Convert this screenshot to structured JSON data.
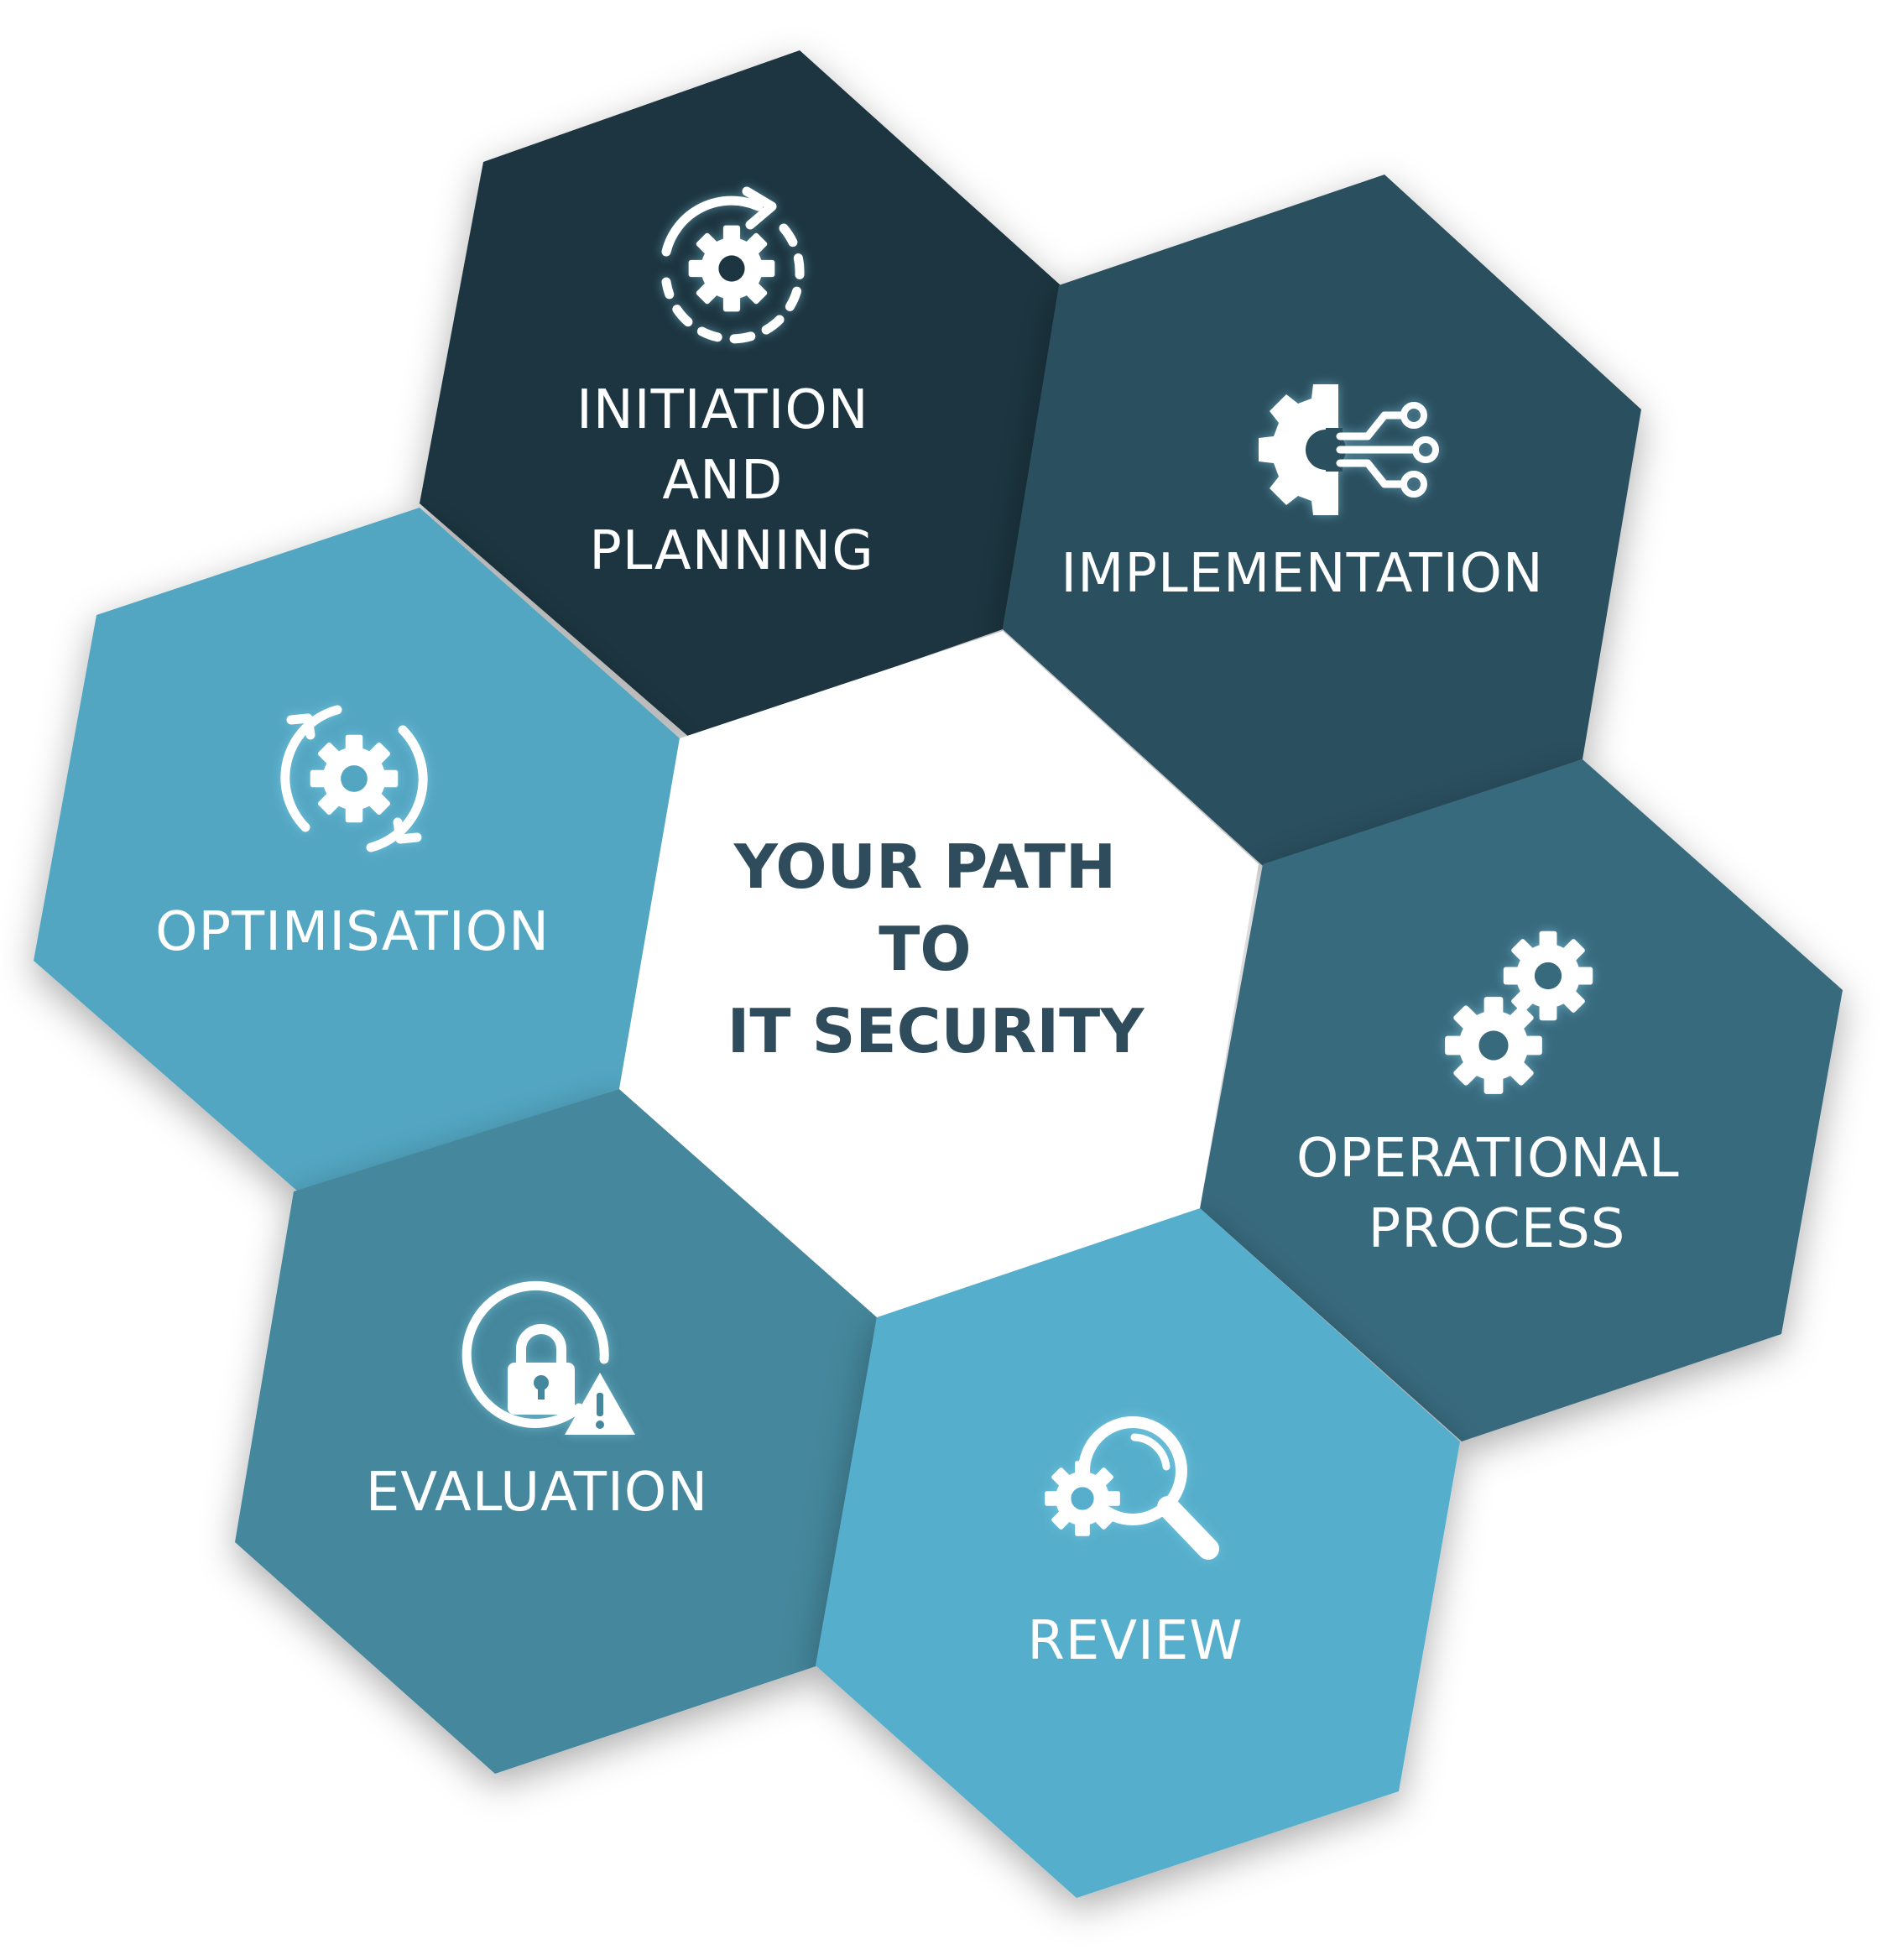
{
  "center": {
    "lines": [
      "YOUR PATH",
      "TO",
      "IT SECURITY"
    ]
  },
  "stages": [
    {
      "id": "initiation",
      "lines": [
        "INITIATION",
        "AND",
        "PLANNING"
      ],
      "icon": "cycle-gear-icon",
      "color": "#1f3640"
    },
    {
      "id": "implementation",
      "lines": [
        "IMPLEMENTATION"
      ],
      "icon": "gear-circuit-icon",
      "color": "#2b4f5e"
    },
    {
      "id": "operational",
      "lines": [
        "OPERATIONAL",
        "PROCESS"
      ],
      "icon": "gears-icon",
      "color": "#386b7e"
    },
    {
      "id": "review",
      "lines": [
        "REVIEW"
      ],
      "icon": "gear-magnifier-icon",
      "color": "#55aecb"
    },
    {
      "id": "evaluation",
      "lines": [
        "EVALUATION"
      ],
      "icon": "lock-warning-icon",
      "color": "#44879c"
    },
    {
      "id": "optimisation",
      "lines": [
        "OPTIMISATION"
      ],
      "icon": "refresh-gear-icon",
      "color": "#53a6c2"
    }
  ]
}
